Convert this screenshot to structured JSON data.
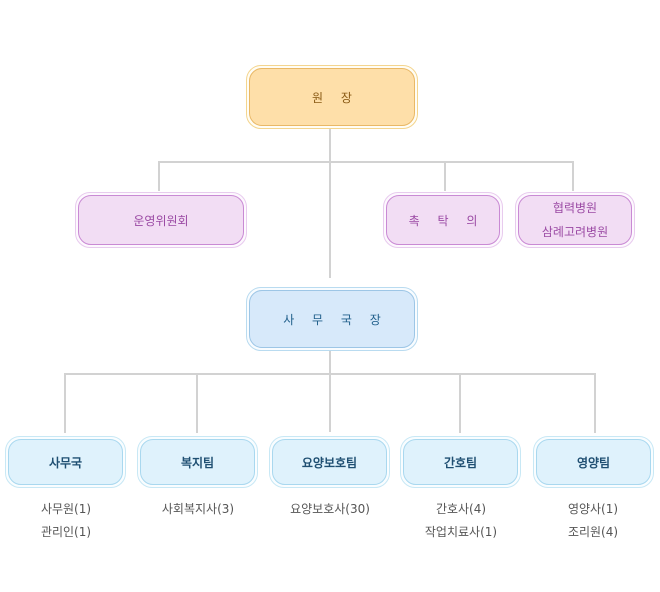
{
  "director": "원 장",
  "advisors": {
    "committee": "운영위원회",
    "doctor": "촉 탁 의",
    "hospital": [
      "협력병원",
      "삼례고려병원"
    ]
  },
  "secretary_general": "사 무 국 장",
  "departments": [
    {
      "name": "사무국",
      "staff": [
        "사무원(1)",
        "관리인(1)"
      ]
    },
    {
      "name": "복지팀",
      "staff": [
        "사회복지사(3)"
      ]
    },
    {
      "name": "요양보호팀",
      "staff": [
        "요양보호사(30)"
      ]
    },
    {
      "name": "간호팀",
      "staff": [
        "간호사(4)",
        "작업치료사(1)"
      ]
    },
    {
      "name": "영양팀",
      "staff": [
        "영양사(1)",
        "조리원(4)"
      ]
    }
  ]
}
